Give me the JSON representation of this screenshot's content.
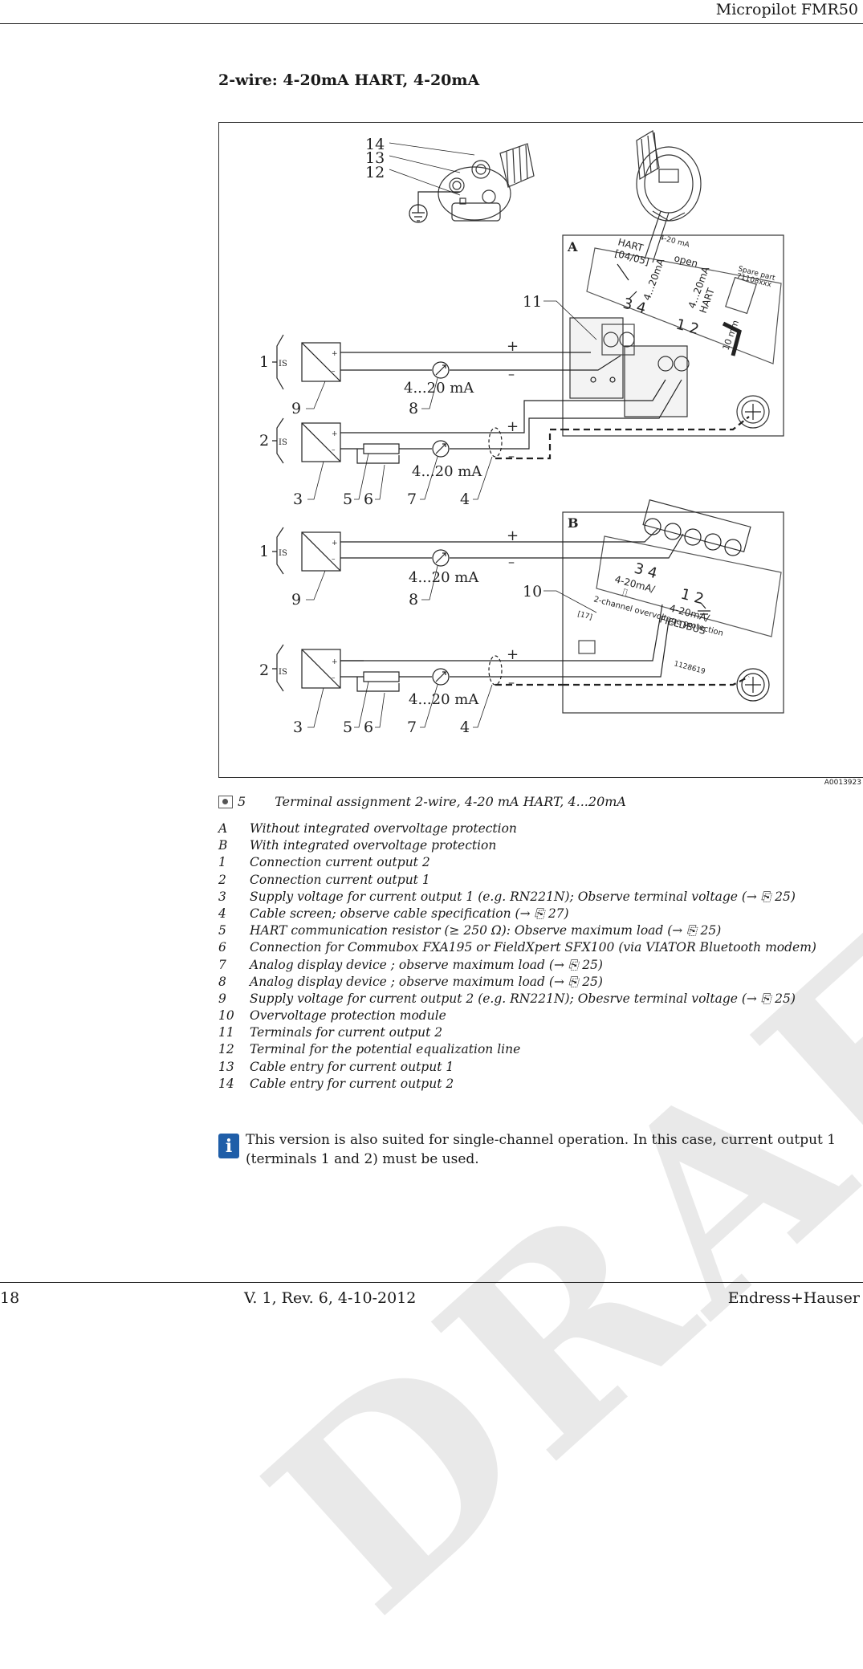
{
  "header": {
    "title": "Micropilot FMR50"
  },
  "section": {
    "title": "2-wire: 4-20mA HART, 4-20mA"
  },
  "figure": {
    "code": "A0013923",
    "callouts": [
      "14",
      "13",
      "12",
      "11",
      "10",
      "1",
      "2",
      "9",
      "8",
      "3",
      "5",
      "6",
      "7",
      "4"
    ],
    "panel_a": {
      "letter": "A",
      "texts": {
        "hart": "HART",
        "hart_ver": "[04/05]",
        "ma_range": "4...20mA",
        "open": "open",
        "terminals_34": "3  4",
        "terminals_12": "1  2",
        "ma_hart": "4...20mA",
        "hart2": "HART",
        "spare_part": "Spare part",
        "spare_code": "71108xxx",
        "ten_mm": "10 mm",
        "wire_label": "4-20 mA"
      }
    },
    "panel_b": {
      "letter": "B",
      "texts": {
        "terminals_34": "3  4",
        "terminals_12": "1  2",
        "left_mode": "4-20mA/",
        "left_symbol": "⎍",
        "right_mode": "4-20mA/",
        "fieldbus": "FIELDBUS",
        "overvoltage": "2-channel overvoltage protection",
        "ref": "[17]",
        "part_no": "1128619"
      }
    },
    "labels": {
      "plus": "+",
      "minus": "–",
      "ma_label": "4...20 mA",
      "is": "IS"
    }
  },
  "caption": {
    "number": "5",
    "text": "Terminal assignment 2-wire, 4-20 mA HART, 4...20mA"
  },
  "legend": [
    {
      "key": "A",
      "text": "Without integrated overvoltage protection"
    },
    {
      "key": "B",
      "text": "With integrated overvoltage protection"
    },
    {
      "key": "1",
      "text": "Connection current output 2"
    },
    {
      "key": "2",
      "text": "Connection current output 1"
    },
    {
      "key": "3",
      "text": "Supply voltage for current output 1 (e.g. RN221N); Observe terminal voltage (→ ⎘ 25)"
    },
    {
      "key": "4",
      "text": "Cable screen; observe cable specification (→ ⎘ 27)"
    },
    {
      "key": "5",
      "text": "HART communication resistor (≥ 250 Ω): Observe maximum load (→ ⎘ 25)"
    },
    {
      "key": "6",
      "text": "Connection for Commubox FXA195 or FieldXpert SFX100 (via VIATOR Bluetooth modem)"
    },
    {
      "key": "7",
      "text": "Analog display device ; observe maximum load (→ ⎘ 25)"
    },
    {
      "key": "8",
      "text": "Analog display device ; observe maximum load (→ ⎘ 25)"
    },
    {
      "key": "9",
      "text": "Supply voltage for current output 2 (e.g. RN221N); Obesrve terminal voltage (→ ⎘ 25)"
    },
    {
      "key": "10",
      "text": "Overvoltage protection module"
    },
    {
      "key": "11",
      "text": "Terminals for current output 2"
    },
    {
      "key": "12",
      "text": "Terminal for the potential equalization line"
    },
    {
      "key": "13",
      "text": "Cable entry for current output 1"
    },
    {
      "key": "14",
      "text": "Cable entry for current output 2"
    }
  ],
  "info": {
    "icon": "i",
    "text": "This version is also suited for single-channel operation. In this case, current output 1 (terminals 1 and 2) must be used."
  },
  "footer": {
    "page": "18",
    "version": "V. 1, Rev. 6, 4-10-2012",
    "brand": "Endress+Hauser"
  },
  "watermark": "DRAFT"
}
